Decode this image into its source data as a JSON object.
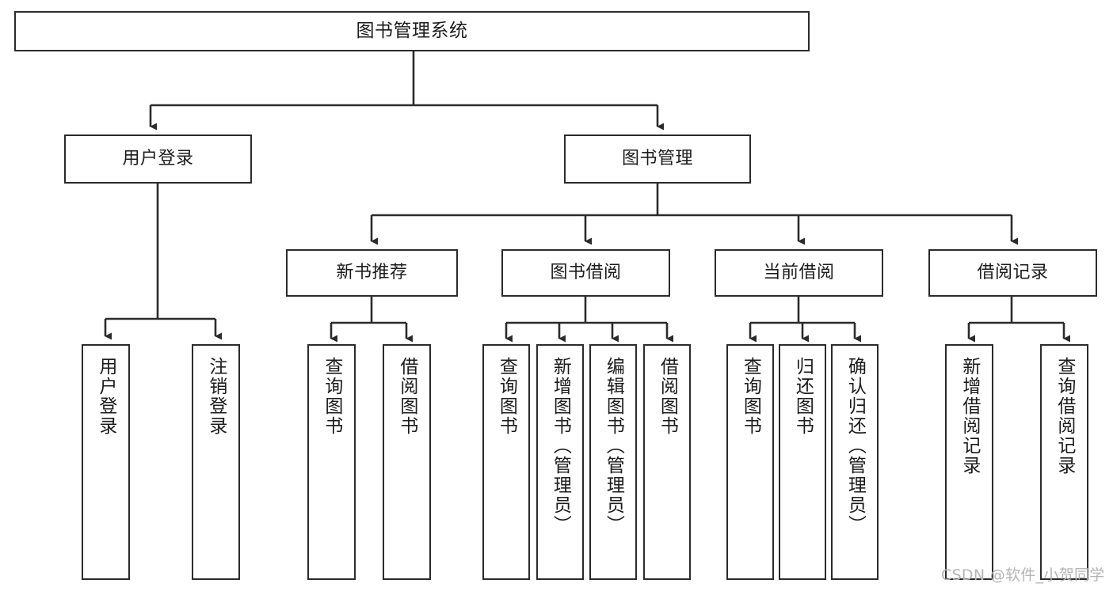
{
  "diagram": {
    "title": "图书管理系统",
    "type": "tree",
    "watermark": "CSDN @软件_小贺同学",
    "colors": {
      "border": "#2b2b2b",
      "background": "#ffffff",
      "text": "#1c1c1c",
      "connector": "#2b2b2b",
      "watermark": "#b4b4b4"
    },
    "levels": {
      "root": [
        "图书管理系统"
      ],
      "level2": [
        "用户登录",
        "图书管理"
      ],
      "level3": [
        "新书推荐",
        "图书借阅",
        "当前借阅",
        "借阅记录"
      ],
      "leaves": [
        "用户登录",
        "注销登录",
        "查询图书",
        "借阅图书",
        "查询图书",
        "新增图书（管理员）",
        "编辑图书（管理员）",
        "借阅图书",
        "查询图书",
        "归还图书",
        "确认归还（管理员）",
        "新增借阅记录",
        "查询借阅记录"
      ]
    }
  },
  "nodes": {
    "root": {
      "label": "图书管理系统"
    },
    "user_login": {
      "label": "用户登录"
    },
    "book_manage": {
      "label": "图书管理"
    },
    "new_book_rec": {
      "label": "新书推荐"
    },
    "book_borrow": {
      "label": "图书借阅"
    },
    "current_borrow": {
      "label": "当前借阅"
    },
    "borrow_record": {
      "label": "借阅记录"
    },
    "leaf_user_login": {
      "label": "用户登录"
    },
    "leaf_logout": {
      "label": "注销登录"
    },
    "leaf_query_book_1": {
      "label": "查询图书"
    },
    "leaf_borrow_book_1": {
      "label": "借阅图书"
    },
    "leaf_query_book_2": {
      "label": "查询图书"
    },
    "leaf_add_book": {
      "label": "新增图书（管理员）"
    },
    "leaf_edit_book": {
      "label": "编辑图书（管理员）"
    },
    "leaf_borrow_book_2": {
      "label": "借阅图书"
    },
    "leaf_query_book_3": {
      "label": "查询图书"
    },
    "leaf_return_book": {
      "label": "归还图书"
    },
    "leaf_confirm_return": {
      "label": "确认归还（管理员）"
    },
    "leaf_add_record": {
      "label": "新增借阅记录"
    },
    "leaf_query_record": {
      "label": "查询借阅记录"
    }
  },
  "footer": {
    "watermark": "CSDN @软件_小贺同学"
  }
}
